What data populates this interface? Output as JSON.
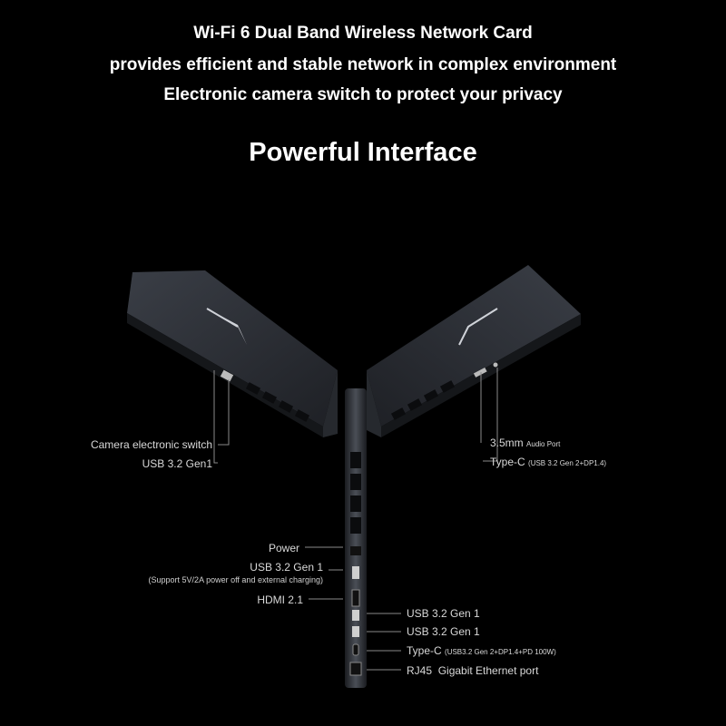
{
  "header": {
    "line1": "Wi-Fi 6 Dual Band Wireless Network Card",
    "line2": "provides efficient and stable network in complex environment",
    "line3": "Electronic camera switch to protect your privacy",
    "title": "Powerful Interface"
  },
  "left_ports": {
    "camera_switch": "Camera electronic switch",
    "usb_gen1": "USB 3.2 Gen1"
  },
  "right_ports": {
    "audio_main": "3.5mm",
    "audio_sub": "Audio Port",
    "typec_main": "Type-C",
    "typec_sub": "(USB 3.2 Gen 2+DP1.4)"
  },
  "rear_left_ports": {
    "power": "Power",
    "usb_gen1": "USB 3.2 Gen 1",
    "usb_gen1_note": "(Support 5V/2A power off and external charging)",
    "hdmi": "HDMI 2.1"
  },
  "rear_right_ports": {
    "usb_a": "USB 3.2 Gen 1",
    "usb_b": "USB 3.2 Gen 1",
    "typec_main": "Type-C",
    "typec_sub": "(USB3.2 Gen 2+DP1.4+PD 100W)",
    "rj45_main": "RJ45",
    "rj45_sub": "Gigabit Ethernet port"
  },
  "colors": {
    "background": "#000000",
    "text": "#ffffff",
    "label": "#d8d8d8",
    "leader_line": "#8a8a8a",
    "laptop_body": "#2a2d33"
  }
}
